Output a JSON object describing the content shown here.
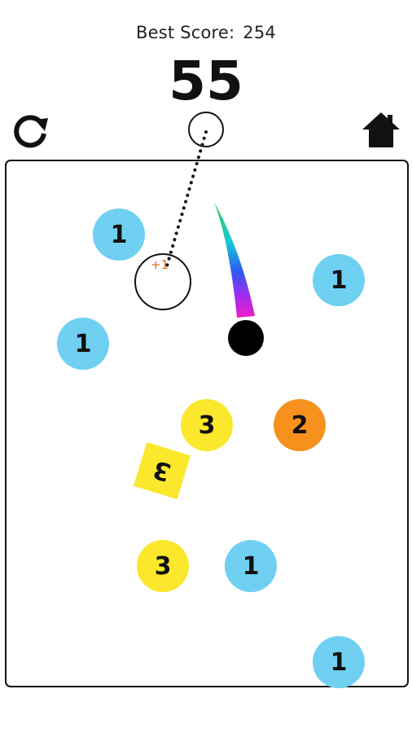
{
  "header": {
    "best_score_label": "Best Score:",
    "best_score_value": "254",
    "score": "55"
  },
  "controls": {
    "restart_icon": "restart-icon",
    "home_icon": "home-icon"
  },
  "colors": {
    "one": "#6fd0f2",
    "two": "#f6911e",
    "three": "#fbe72b",
    "ball": "#000000",
    "plus_one": "#e86a1a"
  },
  "effects": {
    "plus_one": "+1"
  },
  "targets": [
    {
      "label": "1",
      "kind": "one"
    },
    {
      "label": "1",
      "kind": "one"
    },
    {
      "label": "1",
      "kind": "one"
    },
    {
      "label": "3",
      "kind": "three"
    },
    {
      "label": "2",
      "kind": "two"
    },
    {
      "label": "3",
      "kind": "three"
    },
    {
      "label": "3",
      "kind": "three"
    },
    {
      "label": "1",
      "kind": "one"
    },
    {
      "label": "1",
      "kind": "one"
    }
  ]
}
